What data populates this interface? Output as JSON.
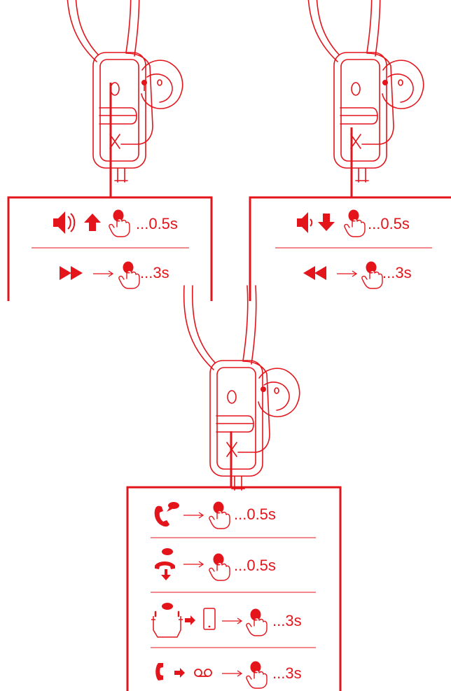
{
  "colors": {
    "accent": "#e4141b",
    "line": "#e4141b",
    "background": "#ffffff"
  },
  "panels": [
    {
      "name": "volume-up-next-track",
      "rows": [
        {
          "icons": [
            "speaker-loud-icon",
            "arrow-up-icon",
            "finger-press-icon"
          ],
          "duration": "...0.5s"
        },
        {
          "icons": [
            "fast-forward-icon",
            "long-arrow-right-icon",
            "finger-press-icon"
          ],
          "duration": "...3s"
        }
      ]
    },
    {
      "name": "volume-down-previous-track",
      "rows": [
        {
          "icons": [
            "speaker-quiet-icon",
            "arrow-down-icon",
            "finger-press-icon"
          ],
          "duration": "...0.5s"
        },
        {
          "icons": [
            "rewind-icon",
            "long-arrow-right-icon",
            "finger-press-icon"
          ],
          "duration": "...3s"
        }
      ]
    },
    {
      "name": "call-controls",
      "rows": [
        {
          "icons": [
            "incoming-call-icon",
            "long-arrow-right-icon",
            "finger-press-icon"
          ],
          "duration": "...0.5s"
        },
        {
          "icons": [
            "hang-up-icon",
            "long-arrow-right-icon",
            "finger-press-icon"
          ],
          "duration": "...0.5s"
        },
        {
          "icons": [
            "earphones-icon",
            "arrow-right-icon",
            "phone-icon",
            "long-arrow-right-icon",
            "finger-press-icon"
          ],
          "duration": "...3s"
        },
        {
          "icons": [
            "handset-icon",
            "arrow-right-icon",
            "voicemail-icon",
            "long-arrow-right-icon",
            "finger-press-icon"
          ],
          "duration": "...3s"
        }
      ]
    }
  ]
}
